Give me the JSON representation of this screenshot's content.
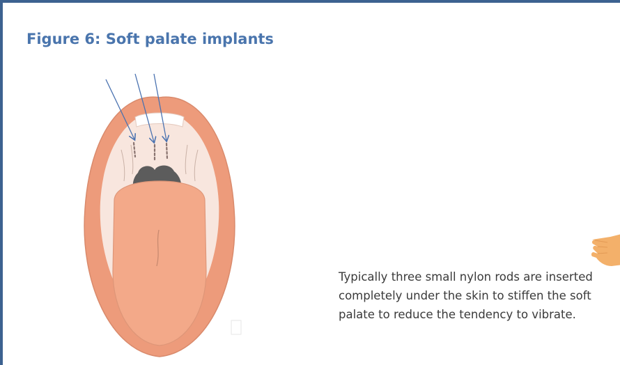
{
  "title": "Figure 6: Soft palate implants",
  "caption": "Typically three small nylon rods are inserted completely under the skin to stiffen the soft palate to reduce the tendency to vibrate.",
  "colors": {
    "border": "#3d6290",
    "title": "#4a75ad",
    "lips": "#ed9b7b",
    "palate": "#f8e6de",
    "tongue": "#f3a989",
    "throat": "#5c5c5c",
    "arrows": "#4a72b0",
    "hand": "#f3b06a"
  },
  "icons": {
    "mouth": "open-mouth-diagram",
    "hand": "hand-icon"
  }
}
